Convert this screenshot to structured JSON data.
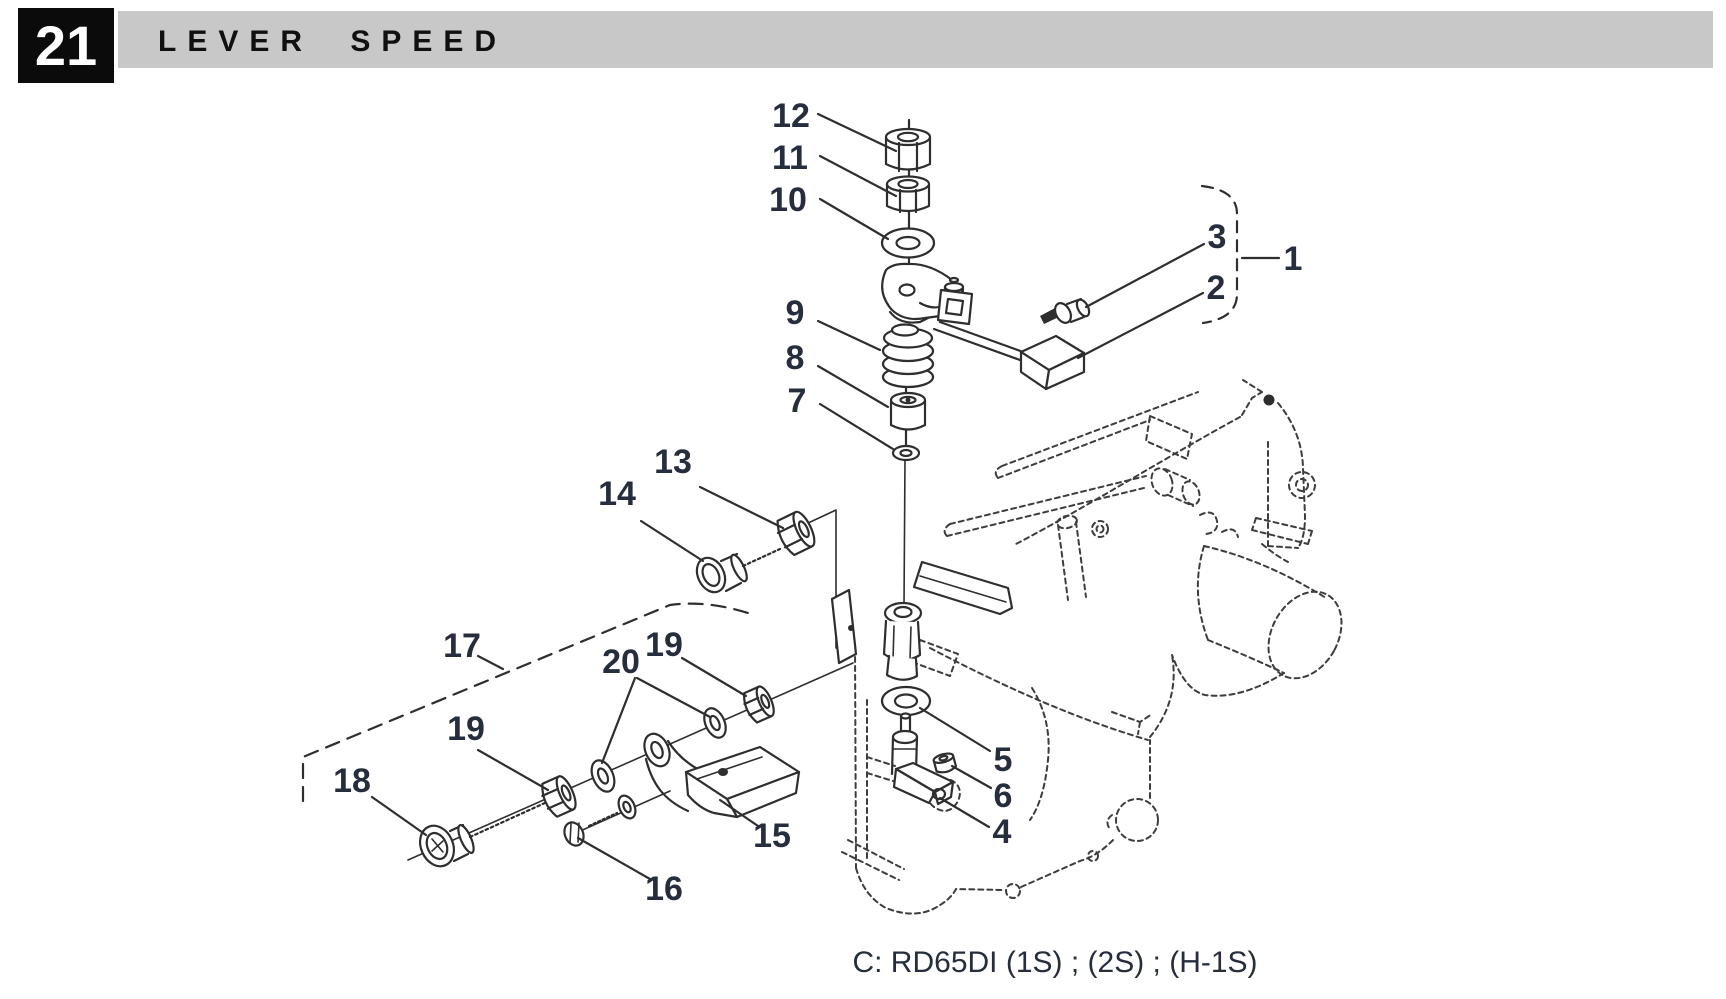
{
  "header": {
    "section_number": "21",
    "title": "LEVER SPEED"
  },
  "diagram": {
    "caption": "C: RD65DI (1S) ; (2S) ; (H-1S)",
    "callouts": {
      "c1": "1",
      "c2": "2",
      "c3": "3",
      "c4": "4",
      "c5": "5",
      "c6": "6",
      "c7": "7",
      "c8": "8",
      "c9": "9",
      "c10": "10",
      "c11": "11",
      "c12": "12",
      "c13": "13",
      "c14": "14",
      "c15": "15",
      "c16": "16",
      "c17": "17",
      "c18": "18",
      "c19a": "19",
      "c19b": "19",
      "c20": "20"
    }
  },
  "colors": {
    "header_box": "#0b0b0b",
    "header_bar": "#c8c8c8",
    "line_art": "#2e2e2e",
    "label_text": "#262e3e",
    "page_background": "#ffffff"
  }
}
